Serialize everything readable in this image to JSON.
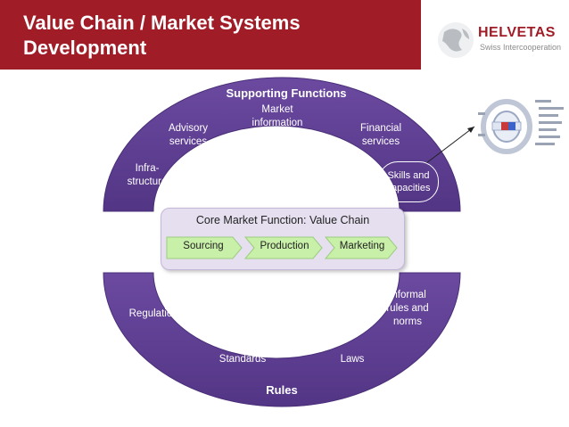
{
  "slide": {
    "title": "Value Chain / Market Systems Development"
  },
  "logo": {
    "brand": "HELVETAS",
    "subtitle": "Swiss Intercooperation"
  },
  "supporting": {
    "heading": "Supporting Functions",
    "market_info": "Market information",
    "advisory": "Advisory services",
    "financial": "Financial services",
    "infrastructure": "Infra- structure",
    "skills": "Skills and capacities"
  },
  "core": {
    "title": "Core Market Function: Value Chain",
    "steps": [
      "Sourcing",
      "Production",
      "Marketing"
    ]
  },
  "rules": {
    "heading": "Rules",
    "regulations": "Regulations",
    "informal": "Informal rules and norms",
    "standards": "Standards",
    "laws": "Laws"
  },
  "colors": {
    "title_bar": "#a01d27",
    "ring_purple": "#5c3c90",
    "core_box": "#e6dff0",
    "chevron_green": "#c8f0a8"
  }
}
